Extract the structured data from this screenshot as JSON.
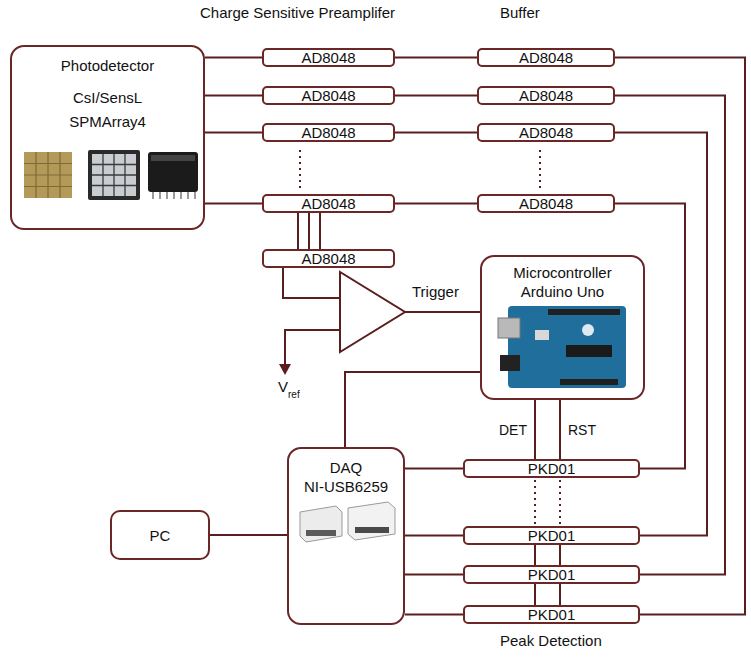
{
  "diagram": {
    "nodes": [
      {
        "text": [
          "Photodetector",
          "CsI/SensL SPMArray4"
        ]
      },
      {
        "text": [
          "AD8048"
        ]
      },
      {
        "text": [
          "AD8048"
        ]
      },
      {
        "text": [
          "AD8048"
        ]
      },
      {
        "text": [
          "AD8048"
        ]
      },
      {
        "text": [
          "AD8048"
        ]
      },
      {
        "text": [
          "AD8048"
        ]
      },
      {
        "text": [
          "AD8048"
        ]
      },
      {
        "text": [
          "AD8048"
        ]
      },
      {
        "text": [
          "AD8048"
        ]
      },
      {
        "text": [
          "Microcontroller",
          "Arduino Uno"
        ]
      },
      {
        "text": [
          "PKD01"
        ]
      },
      {
        "text": [
          "DAQ",
          "NI-USB6259"
        ]
      },
      {
        "text": [
          "PC"
        ]
      },
      {
        "text": [
          "PKD01"
        ]
      },
      {
        "text": [
          "PKD01"
        ]
      },
      {
        "text": [
          "PKD01"
        ]
      }
    ],
    "edges": [
      {
        "from": 0,
        "to": 1,
        "arrow": "none"
      },
      {
        "from": 0,
        "to": 3,
        "arrow": "none"
      },
      {
        "from": 0,
        "to": 5,
        "arrow": "none"
      },
      {
        "from": 0,
        "to": 7,
        "arrow": "none"
      },
      {
        "from": 1,
        "to": 2,
        "arrow": "none"
      },
      {
        "from": 3,
        "to": 4,
        "arrow": "none"
      },
      {
        "from": 5,
        "to": 6,
        "arrow": "none"
      },
      {
        "from": 7,
        "to": 8,
        "arrow": "none"
      },
      {
        "from": 7,
        "to": 9,
        "arrow": "none"
      },
      {
        "from": 7,
        "to": 9,
        "arrow": "none"
      },
      {
        "from": 7,
        "to": 9,
        "arrow": "none"
      },
      {
        "from": 2,
        "to": 16,
        "arrow": "none"
      },
      {
        "from": 4,
        "to": 15,
        "arrow": "none"
      },
      {
        "from": 6,
        "to": 14,
        "arrow": "none"
      },
      {
        "from": 8,
        "to": 11,
        "arrow": "none"
      },
      {
        "from": 12,
        "to": 10,
        "arrow": "none"
      },
      {
        "from": 10,
        "to": 11,
        "arrow": "none"
      },
      {
        "from": 10,
        "to": 11,
        "arrow": "none"
      },
      {
        "from": 13,
        "to": 12,
        "arrow": "none"
      },
      {
        "from": 12,
        "to": 11,
        "arrow": "none"
      },
      {
        "from": 12,
        "to": 14,
        "arrow": "none"
      },
      {
        "from": 12,
        "to": 15,
        "arrow": "none"
      },
      {
        "from": 12,
        "to": 16,
        "arrow": "none"
      }
    ],
    "labels": [
      "Charge Sensitive Preamplifer",
      "Buffer",
      "Trigger",
      "V",
      "ref",
      "DET",
      "RST",
      "Peak Detection"
    ]
  }
}
